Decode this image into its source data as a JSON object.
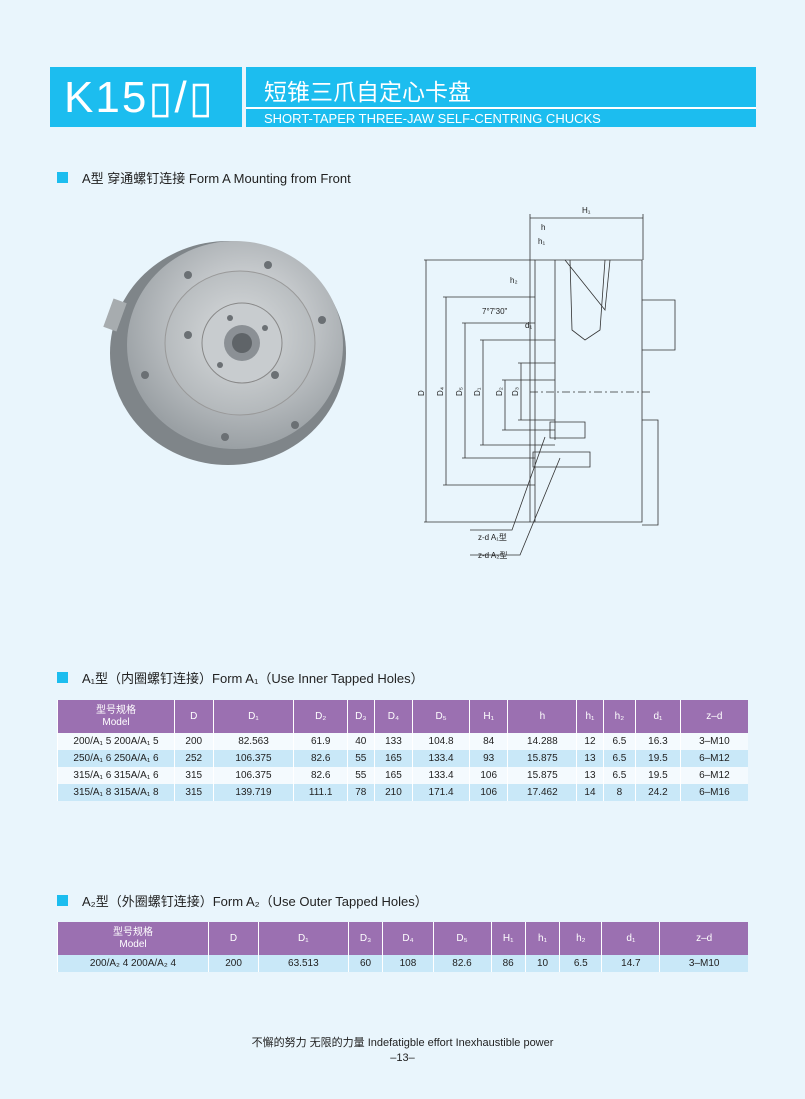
{
  "header": {
    "code": "K15▯/▯",
    "title_cn": "短锥三爪自定心卡盘",
    "title_en": "SHORT-TAPER THREE-JAW SELF-CENTRING CHUCKS",
    "accent": "#1cbdef"
  },
  "section_a": {
    "title": "A型  穿通螺钉连接  Form A Mounting from Front"
  },
  "drawing": {
    "labels": {
      "H1": "H₁",
      "h": "h",
      "h1": "h₁",
      "h2": "h₂",
      "angle": "7°7'30\"",
      "d1": "d₁",
      "D": "D",
      "D4": "D₄",
      "D5": "D₅",
      "D1": "D₁",
      "D2": "D₂",
      "D3": "D₃",
      "zd_a1": "z-d  A₁型",
      "zd_a2": "z-d  A₂型"
    }
  },
  "section_a1": {
    "title": "A₁型（内圈螺钉连接）Form A₁（Use Inner Tapped Holes）",
    "header_color": "#9b70b1",
    "columns": [
      "型号规格\nModel",
      "D",
      "D₁",
      "D₂",
      "D₃",
      "D₄",
      "D₅",
      "H₁",
      "h",
      "h₁",
      "h₂",
      "d₁",
      "z–d"
    ],
    "rows": [
      [
        "200/A₁ 5  200A/A₁ 5",
        "200",
        "82.563",
        "61.9",
        "40",
        "133",
        "104.8",
        "84",
        "14.288",
        "12",
        "6.5",
        "16.3",
        "3–M10"
      ],
      [
        "250/A₁ 6  250A/A₁ 6",
        "252",
        "106.375",
        "82.6",
        "55",
        "165",
        "133.4",
        "93",
        "15.875",
        "13",
        "6.5",
        "19.5",
        "6–M12"
      ],
      [
        "315/A₁ 6  315A/A₁ 6",
        "315",
        "106.375",
        "82.6",
        "55",
        "165",
        "133.4",
        "106",
        "15.875",
        "13",
        "6.5",
        "19.5",
        "6–M12"
      ],
      [
        "315/A₁ 8  315A/A₁ 8",
        "315",
        "139.719",
        "111.1",
        "78",
        "210",
        "171.4",
        "106",
        "17.462",
        "14",
        "8",
        "24.2",
        "6–M16"
      ]
    ]
  },
  "section_a2": {
    "title": "A₂型（外圈螺钉连接）Form A₂（Use Outer Tapped Holes）",
    "columns": [
      "型号规格\nModel",
      "D",
      "D₁",
      "D₃",
      "D₄",
      "D₅",
      "H₁",
      "h₁",
      "h₂",
      "d₁",
      "z–d"
    ],
    "rows": [
      [
        "200/A₂ 4  200A/A₂ 4",
        "200",
        "63.513",
        "60",
        "108",
        "82.6",
        "86",
        "10",
        "6.5",
        "14.7",
        "3–M10"
      ]
    ]
  },
  "footer": {
    "slogan": "不懈的努力   无限的力量   Indefatigble effort  Inexhaustible power",
    "page": "–13–"
  }
}
